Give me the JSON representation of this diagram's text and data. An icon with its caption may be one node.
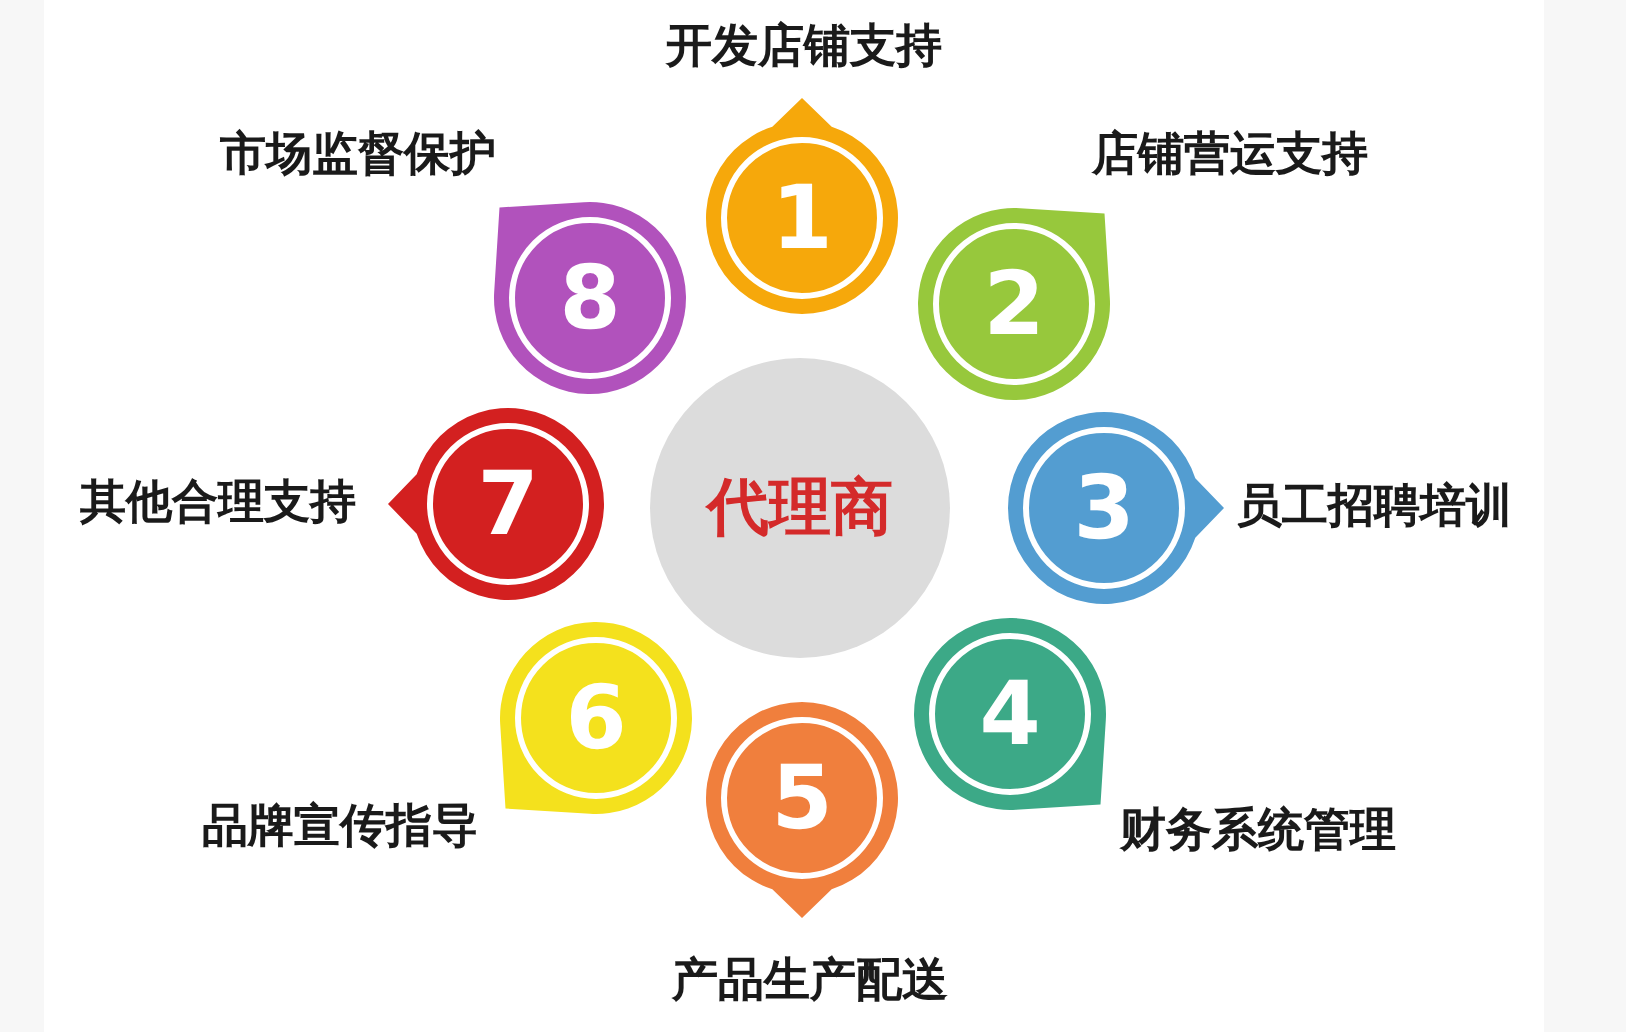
{
  "diagram": {
    "nodes": [
      {
        "text": [
          "代理商"
        ]
      },
      {
        "text": [
          "1"
        ],
        "beside": [
          "开发店铺支持"
        ]
      },
      {
        "text": [
          "2"
        ],
        "beside": [
          "店铺营运支持"
        ]
      },
      {
        "text": [
          "3"
        ],
        "beside": [
          "员工招聘培训"
        ]
      },
      {
        "text": [
          "4"
        ],
        "beside": [
          "财务系统管理"
        ]
      },
      {
        "text": [
          "5"
        ],
        "beside": [
          "产品生产配送"
        ]
      },
      {
        "text": [
          "6"
        ],
        "beside": [
          "品牌宣传指导"
        ]
      },
      {
        "text": [
          "7"
        ],
        "beside": [
          "其他合理支持"
        ]
      },
      {
        "text": [
          "8"
        ],
        "beside": [
          "市场监督保护"
        ]
      }
    ]
  }
}
